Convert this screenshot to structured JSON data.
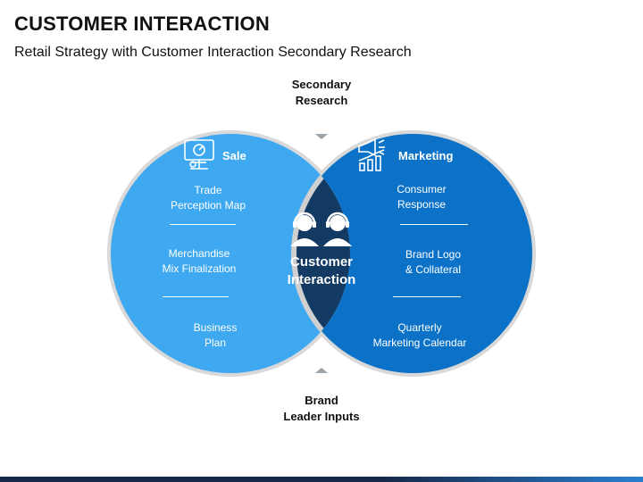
{
  "header": {
    "title": "CUSTOMER INTERACTION",
    "subtitle": "Retail Strategy with Customer Interaction Secondary Research"
  },
  "top_label": {
    "line1": "Secondary",
    "line2": "Research"
  },
  "bottom_label": {
    "line1": "Brand",
    "line2": "Leader Inputs"
  },
  "left_circle": {
    "heading": "Sale",
    "icon": "presentation-board-icon",
    "color": "#3ea8f0",
    "items": [
      {
        "line1": "Trade",
        "line2": "Perception Map"
      },
      {
        "line1": "Merchandise",
        "line2": "Mix Finalization"
      },
      {
        "line1": "Business",
        "line2": "Plan"
      }
    ]
  },
  "right_circle": {
    "heading": "Marketing",
    "icon": "megaphone-chart-icon",
    "color": "#0b72c8",
    "items": [
      {
        "line1": "Consumer",
        "line2": "Response"
      },
      {
        "line1": "Brand Logo",
        "line2": "& Collateral"
      },
      {
        "line1": "Quarterly",
        "line2": "Marketing Calendar"
      }
    ]
  },
  "center": {
    "line1": "Customer",
    "line2": "Interaction",
    "icon": "customer-support-headset-icon",
    "color": "#123a63"
  }
}
